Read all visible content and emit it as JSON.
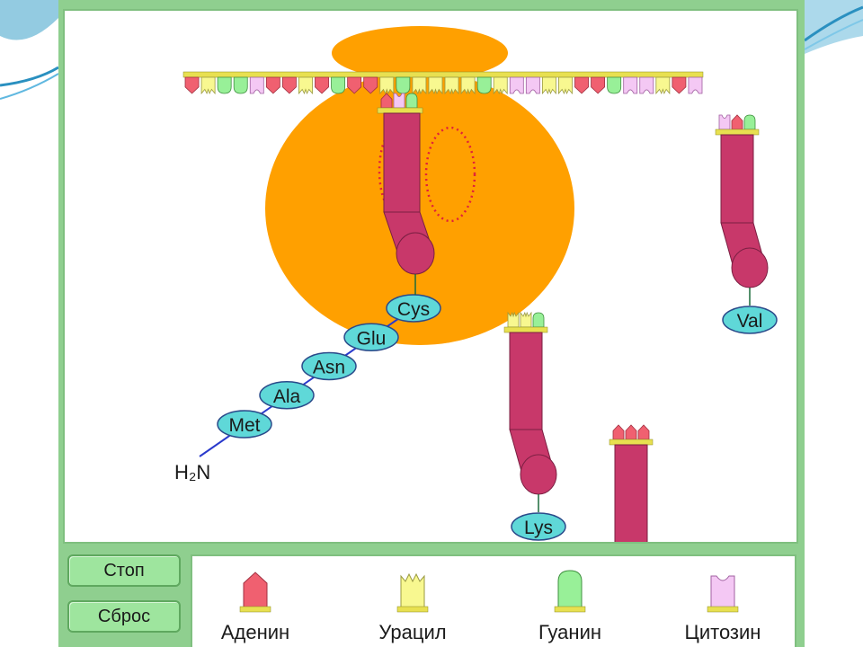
{
  "controls": {
    "stop_label": "Стоп",
    "reset_label": "Сброс"
  },
  "legend": [
    {
      "label": "Аденин",
      "color": "#f06070",
      "shape": "adenine-icon"
    },
    {
      "label": "Урацил",
      "color": "#f8f890",
      "shape": "uracil-icon"
    },
    {
      "label": "Гуанин",
      "color": "#98f098",
      "shape": "guanine-icon"
    },
    {
      "label": "Цитозин",
      "color": "#f4c8f4",
      "shape": "cytosine-icon"
    }
  ],
  "peptide": {
    "terminus": "H₂N",
    "chain": [
      "Met",
      "Ala",
      "Asn",
      "Glu",
      "Cys"
    ]
  },
  "trnas": [
    {
      "amino_acid": "Lys",
      "anticodon": [
        "U",
        "U",
        "G"
      ]
    },
    {
      "amino_acid": "Val",
      "anticodon": [
        "C",
        "A",
        "G"
      ]
    },
    {
      "amino_acid": "",
      "anticodon": [
        "A",
        "A",
        "A"
      ]
    }
  ],
  "mrna": [
    "A",
    "U",
    "G",
    "G",
    "C",
    "A",
    "A",
    "U",
    "A",
    "G",
    "A",
    "A",
    "U",
    "G",
    "U",
    "U",
    "U",
    "U",
    "G",
    "U",
    "C",
    "C",
    "U",
    "U",
    "A",
    "A",
    "G",
    "C",
    "C",
    "U",
    "A",
    "C"
  ],
  "colors": {
    "ribosome": "#ffa000",
    "trna": "#c8386a",
    "amino_acid": "#5fd8d8",
    "frame": "#8fcf8f"
  }
}
